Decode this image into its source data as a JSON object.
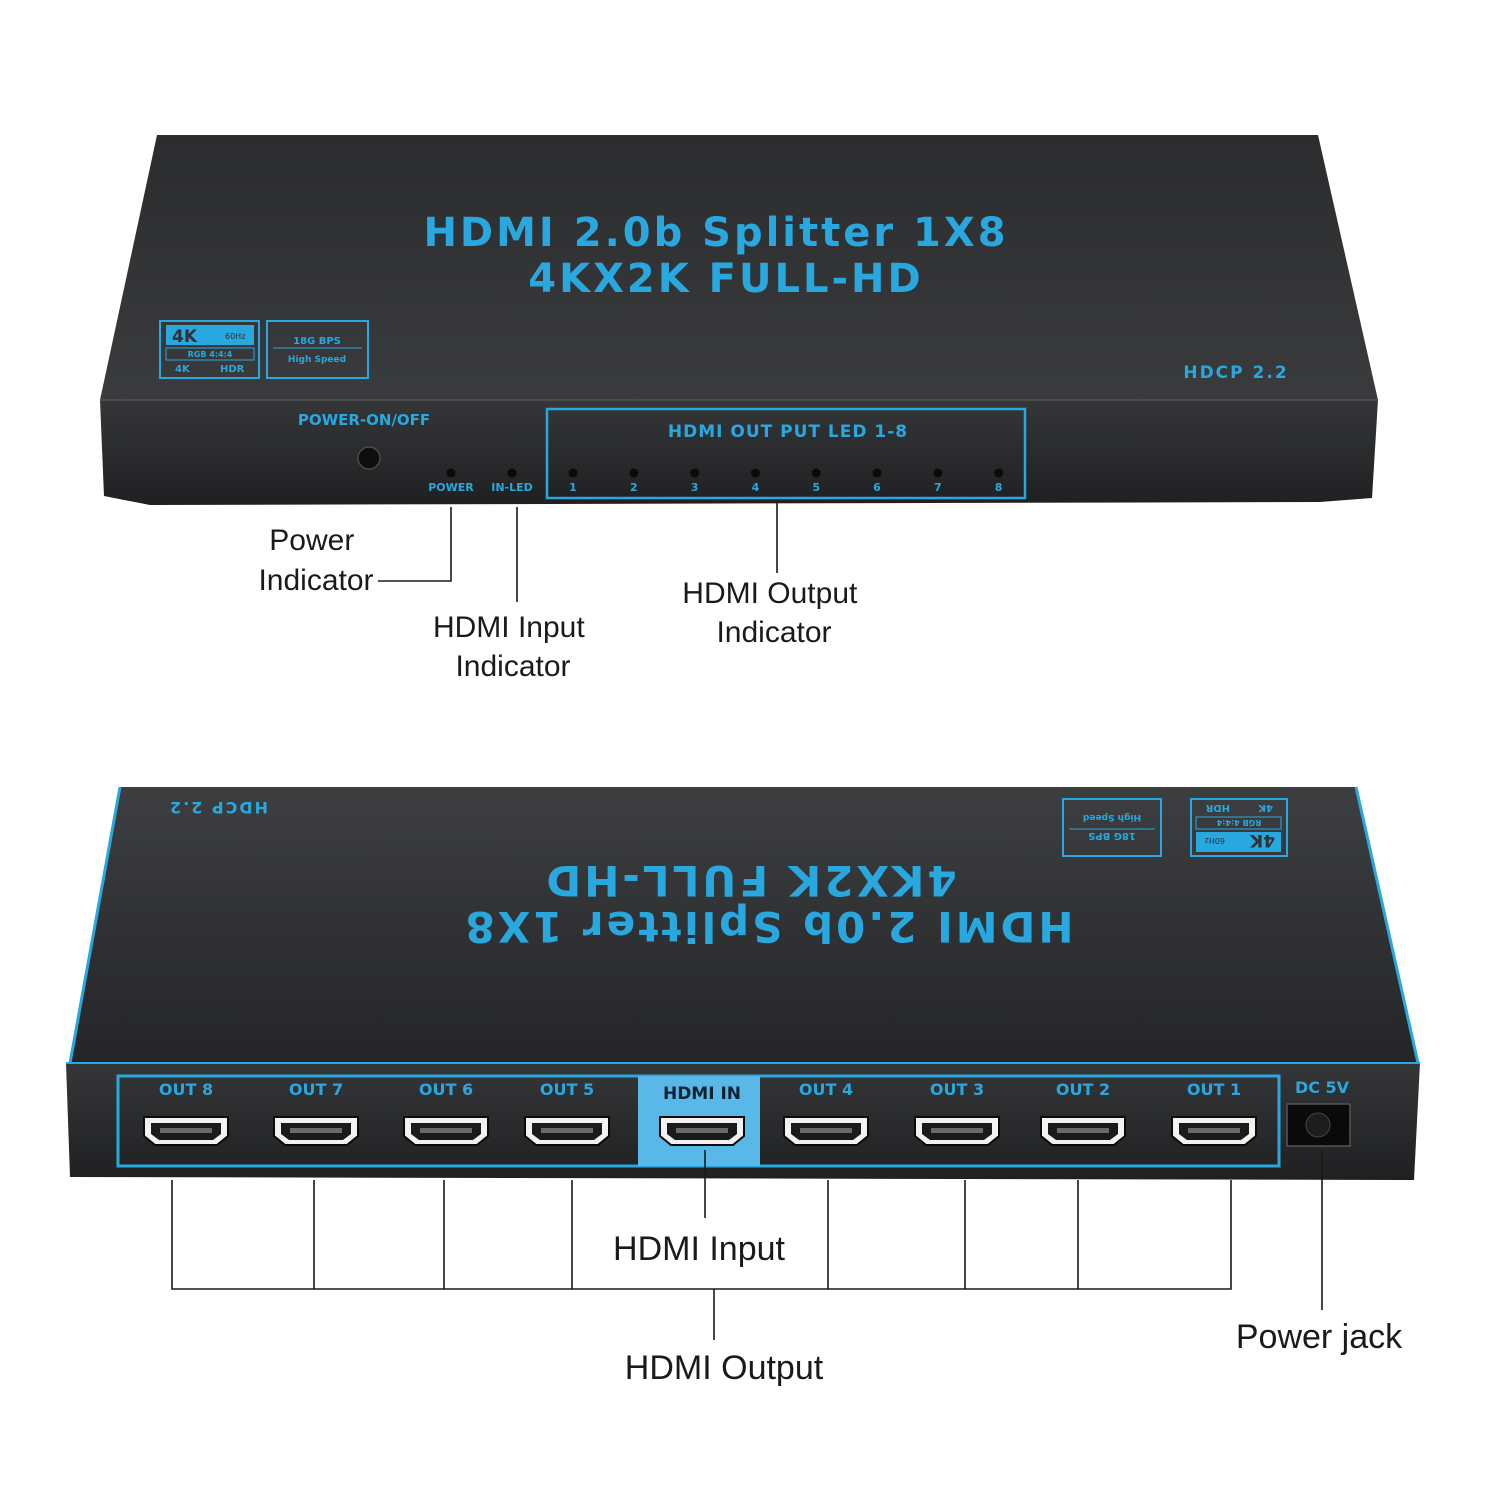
{
  "colors": {
    "accent": "#29a8e0",
    "panel": "#303133",
    "body_dark": "#1e1f21",
    "highlight": "#5ab8e8"
  },
  "top_unit": {
    "title_line1": "HDMI 2.0b Splitter 1X8",
    "title_line2": "4KX2K FULL-HD",
    "badge_4k": "4K",
    "badge_60hz": "60Hz",
    "badge_rgb": "RGB 4:4:4",
    "badge_4k_small": "4K",
    "badge_hdr": "HDR",
    "badge_bps": "18G BPS",
    "badge_speed": "High Speed",
    "hdcp": "HDCP 2.2",
    "power_switch_label": "POWER-ON/OFF",
    "power_led_label": "POWER",
    "in_led_label": "IN-LED",
    "out_led_title": "HDMI OUT PUT LED 1-8",
    "out_led_numbers": [
      "1",
      "2",
      "3",
      "4",
      "5",
      "6",
      "7",
      "8"
    ]
  },
  "top_callouts": {
    "power_indicator": [
      "Power",
      "Indicator"
    ],
    "hdmi_input_indicator": [
      "HDMI Input",
      "Indicator"
    ],
    "hdmi_output_indicator": [
      "HDMI Output",
      "Indicator"
    ]
  },
  "bottom_unit": {
    "title_line1": "HDMI 2.0b Splitter 1X8",
    "title_line2": "4KX2K FULL-HD",
    "hdcp": "HDCP 2.2",
    "badge_4k": "4K",
    "badge_60hz": "60Hz",
    "badge_rgb": "RGB 4:4:4",
    "badge_4k_small": "4K",
    "badge_hdr": "HDR",
    "badge_bps": "18G BPS",
    "badge_speed": "High Speed",
    "ports": [
      "OUT 8",
      "OUT 7",
      "OUT 6",
      "OUT 5",
      "HDMI IN",
      "OUT 4",
      "OUT 3",
      "OUT 2",
      "OUT 1"
    ],
    "dc_label": "DC 5V"
  },
  "bottom_callouts": {
    "hdmi_input": "HDMI Input",
    "hdmi_output": "HDMI Output",
    "power_jack": "Power jack"
  }
}
